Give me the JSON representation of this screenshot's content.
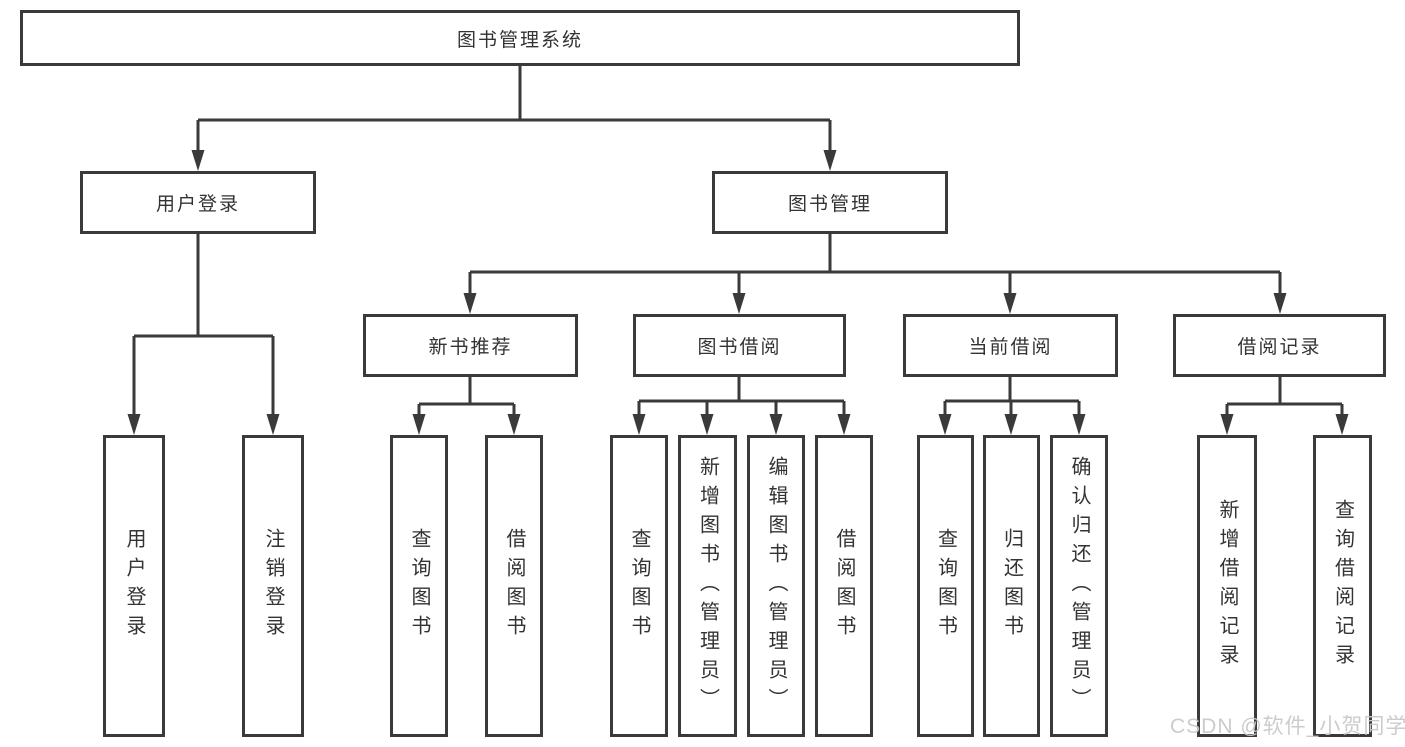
{
  "diagram": {
    "root": {
      "label": "图书管理系统"
    },
    "branches": [
      {
        "label": "用户登录",
        "children": [
          {
            "label": "用户登录"
          },
          {
            "label": "注销登录"
          }
        ]
      },
      {
        "label": "图书管理",
        "children": [
          {
            "label": "新书推荐",
            "children": [
              {
                "label": "查询图书"
              },
              {
                "label": "借阅图书"
              }
            ]
          },
          {
            "label": "图书借阅",
            "children": [
              {
                "label": "查询图书"
              },
              {
                "label": "新增图书（管理员）"
              },
              {
                "label": "编辑图书（管理员）"
              },
              {
                "label": "借阅图书"
              }
            ]
          },
          {
            "label": "当前借阅",
            "children": [
              {
                "label": "查询图书"
              },
              {
                "label": "归还图书"
              },
              {
                "label": "确认归还（管理员）"
              }
            ]
          },
          {
            "label": "借阅记录",
            "children": [
              {
                "label": "新增借阅记录"
              },
              {
                "label": "查询借阅记录"
              }
            ]
          }
        ]
      }
    ]
  },
  "watermark": {
    "text": "CSDN @软件_小贺同学"
  },
  "colors": {
    "line": "#3a3a3a",
    "text": "#333333",
    "background": "#ffffff",
    "watermark": "#c9c9c9"
  }
}
